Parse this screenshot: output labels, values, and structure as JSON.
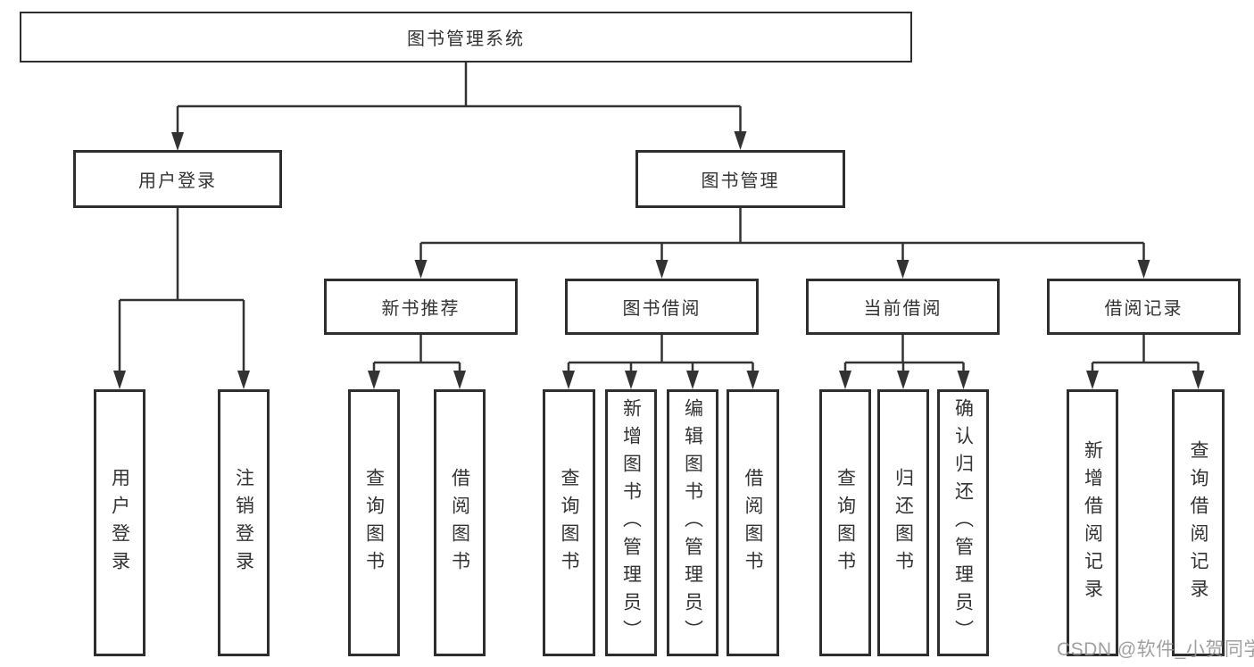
{
  "tree": {
    "root": {
      "label": "图书管理系统"
    },
    "user_login": {
      "label": "用户登录",
      "children": [
        {
          "label": "用户登录"
        },
        {
          "label": "注销登录"
        }
      ]
    },
    "book_mgmt": {
      "label": "图书管理",
      "groups": [
        {
          "label": "新书推荐",
          "children": [
            {
              "label": "查询图书"
            },
            {
              "label": "借阅图书"
            }
          ]
        },
        {
          "label": "图书借阅",
          "children": [
            {
              "label": "查询图书"
            },
            {
              "label": "新增图书（管理员）"
            },
            {
              "label": "编辑图书（管理员）"
            },
            {
              "label": "借阅图书"
            }
          ]
        },
        {
          "label": "当前借阅",
          "children": [
            {
              "label": "查询图书"
            },
            {
              "label": "归还图书"
            },
            {
              "label": "确认归还（管理员）"
            }
          ]
        },
        {
          "label": "借阅记录",
          "children": [
            {
              "label": "新增借阅记录"
            },
            {
              "label": "查询借阅记录"
            }
          ]
        }
      ]
    }
  },
  "watermark": {
    "text": "CSDN @软件_小贺同学",
    "color": "#a3a3a3"
  },
  "colors": {
    "line": "#333333",
    "border": "#2e2e2e",
    "text": "#333333",
    "background": "#ffffff"
  }
}
